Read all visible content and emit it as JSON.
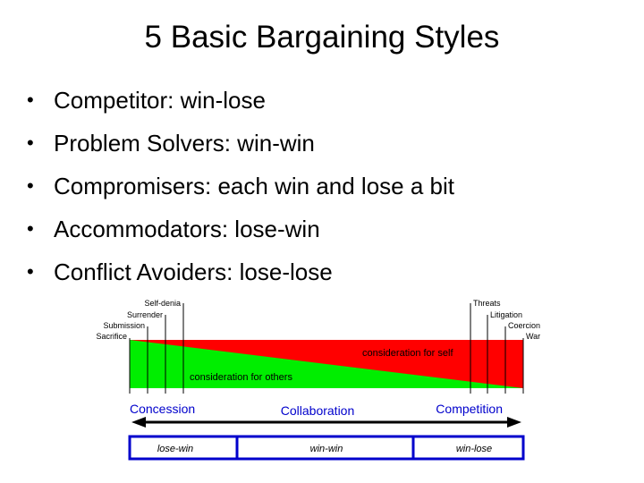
{
  "slide": {
    "title": "5 Basic Bargaining Styles",
    "bullets": [
      "Competitor: win-lose",
      "Problem Solvers: win-win",
      "Compromisers: each win and lose a bit",
      "Accommodators: lose-win",
      "Conflict Avoiders: lose-lose"
    ]
  },
  "diagram": {
    "left_labels": [
      "Self-denia",
      "Surrender",
      "Submission",
      "Sacrifice"
    ],
    "right_labels": [
      "Threats",
      "Litigation",
      "Coercion",
      "War"
    ],
    "red_label": "consideration for self",
    "green_label": "consideration for others",
    "modes": [
      "Concession",
      "Collaboration",
      "Competition"
    ],
    "outcomes": [
      "lose-win",
      "win-win",
      "win-lose"
    ],
    "colors": {
      "red": "#ff0000",
      "green": "#00ee00",
      "blue": "#0000cc",
      "arrow": "#000000"
    }
  }
}
